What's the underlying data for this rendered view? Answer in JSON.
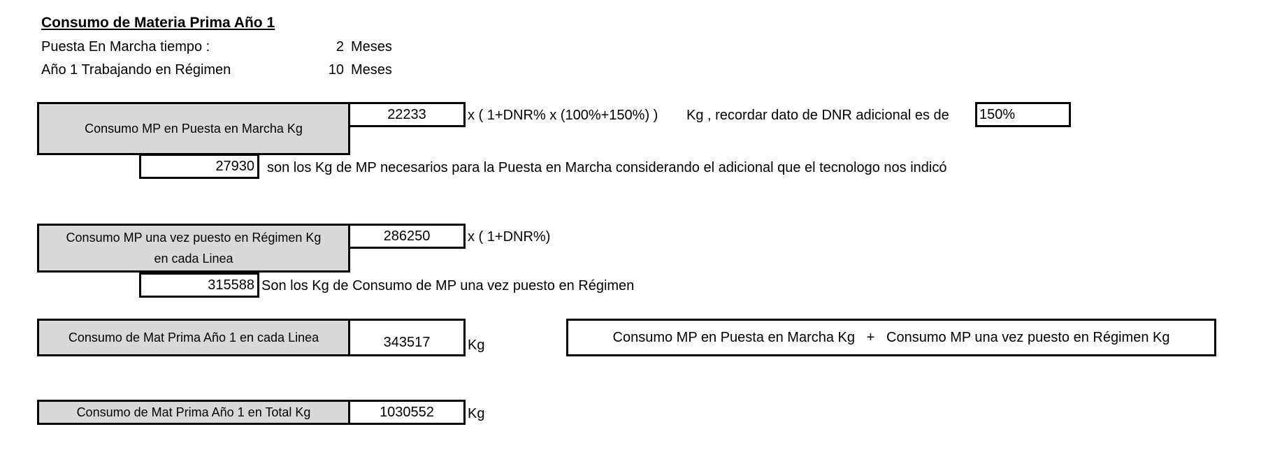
{
  "title": "Consumo de Materia Prima Año 1",
  "puesta": {
    "label": "Puesta En Marcha  tiempo :",
    "value": "2",
    "unit": "Meses"
  },
  "regimen_time": {
    "label": "Año 1 Trabajando en Régimen",
    "value": "10",
    "unit": "Meses"
  },
  "block1": {
    "label": "Consumo MP en Puesta en Marcha Kg",
    "value": "22233",
    "formula": "x ( 1+DNR% x (100%+150%) )",
    "note": "Kg , recordar dato de DNR adicional es de",
    "dnr_value": "150%",
    "result": "27930",
    "result_text": "son los Kg de MP necesarios para la Puesta en Marcha considerando el adicional que el tecnologo nos indicó"
  },
  "block2": {
    "label": "Consumo MP una vez puesto en Régimen Kg en cada Linea",
    "value": "286250",
    "formula": "x ( 1+DNR%)",
    "result": "315588",
    "result_text": "Son los Kg  de Consumo de MP una vez puesto en Régimen"
  },
  "block3": {
    "label": "Consumo de Mat Prima Año 1 en cada Linea",
    "value": "343517",
    "unit": "Kg",
    "formula_box": "Consumo MP en Puesta en Marcha Kg   +   Consumo MP una vez puesto en Régimen Kg"
  },
  "block4": {
    "label": "Consumo de Mat Prima Año 1 en Total Kg",
    "value": "1030552",
    "unit": "Kg"
  }
}
